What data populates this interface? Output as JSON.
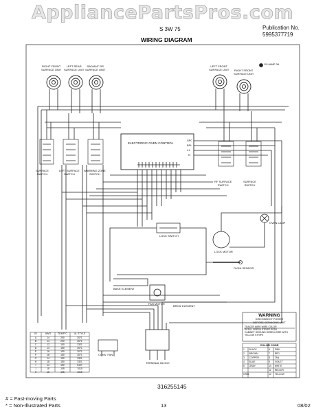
{
  "watermark": "AppliancePartsPros.com",
  "header": {
    "model": "S 3W 75",
    "pub_label": "Publication No.",
    "pub_number": "5995377719",
    "title": "WIRING DIAGRAM"
  },
  "components": {
    "lf_element": "RIGHT FRONT\nSURFACE UNIT",
    "lr_element": "LEFT REAR\nSURFACE UNIT",
    "rr_element": "RADIANT RR\nSURFACE UNIT",
    "center_element": "LEFT FRONT\nSURFACE UNIT",
    "rf_element": "RIGHT FRONT\nSURFACE UNIT",
    "lamp": "15 LAMP 3A",
    "switch_lf": "SURFACE\nSWITCH",
    "switch_lr": "LEFT SURFACE\nSWITCH",
    "switch_rr": "WARMING ZONE\nSWITCH",
    "switch_rf": "RF SURFACE\nSWITCH",
    "switch_rfb": "SURFACE\nSWITCH",
    "eoc": "ELECTRONIC OVEN CONTROL",
    "eoc_pins": [
      "SPC",
      "BSL",
      "L1",
      "N"
    ],
    "door_switch": "LOCK SWITCH",
    "oven_sensor": "OVEN SENSOR",
    "oven_lamp": "OVEN LAMP",
    "fan_motor": "FAN MOTOR",
    "bake_element": "BAKE ELEMENT",
    "broil_element": "BROIL ELEMENT",
    "lock_motor": "LOCK MOTOR",
    "terminal_block": "TERMINAL BLOCK",
    "conv_fan": "CONV. FAN"
  },
  "warning": {
    "title": "WARNING",
    "lines": [
      "DISCONNECT POWER",
      "BEFORE SERVICING UNIT"
    ],
    "tracer": [
      "TRACER WIRE    WIRE COLOR",
      "RED/LI GREEN  STRIPE  RED/L",
      "CABINET GROUND  GREEN WIRE WITH",
      "YELLOW STRIPE"
    ]
  },
  "color_code": {
    "title": "COLOR CODE",
    "rows": [
      [
        "1",
        "BLACK",
        "6",
        "PINK"
      ],
      [
        "2",
        "BROWN",
        "7",
        "RED"
      ],
      [
        "3",
        "COPPER",
        "8",
        "TAN"
      ],
      [
        "4",
        "BLUE",
        "9",
        "VIOLET"
      ],
      [
        "5",
        "GRAY",
        "10",
        "WHITE"
      ],
      [
        "",
        "",
        "11",
        "RED/OR"
      ],
      [
        "ORANGE",
        "",
        "12",
        "YELLOW"
      ]
    ]
  },
  "wire_table": {
    "header": [
      "ID",
      "AWG",
      "TEMP°C",
      "UL STYLE"
    ],
    "rows": [
      [
        "A",
        "14",
        "250",
        "3071"
      ],
      [
        "B",
        "14",
        "200",
        "3071"
      ],
      [
        "C",
        "12",
        "150",
        "3321"
      ],
      [
        "D",
        "14",
        "150",
        "3071"
      ],
      [
        "E",
        "16",
        "150",
        "3071"
      ],
      [
        "F",
        "18",
        "150",
        "3071"
      ],
      [
        "G",
        "14",
        "150",
        "3321"
      ],
      [
        "H",
        "18",
        "150",
        "3321"
      ],
      [
        "I",
        "14",
        "150",
        "5107"
      ],
      [
        "J",
        "18",
        "105",
        "1015"
      ],
      [
        "K",
        "16",
        "105",
        "1015"
      ]
    ]
  },
  "footer": {
    "part_number": "316255145",
    "legend1": "# = Fast-moving Parts",
    "legend2": "* = Non-Illustrated Parts",
    "page": "13",
    "date": "08/02"
  }
}
